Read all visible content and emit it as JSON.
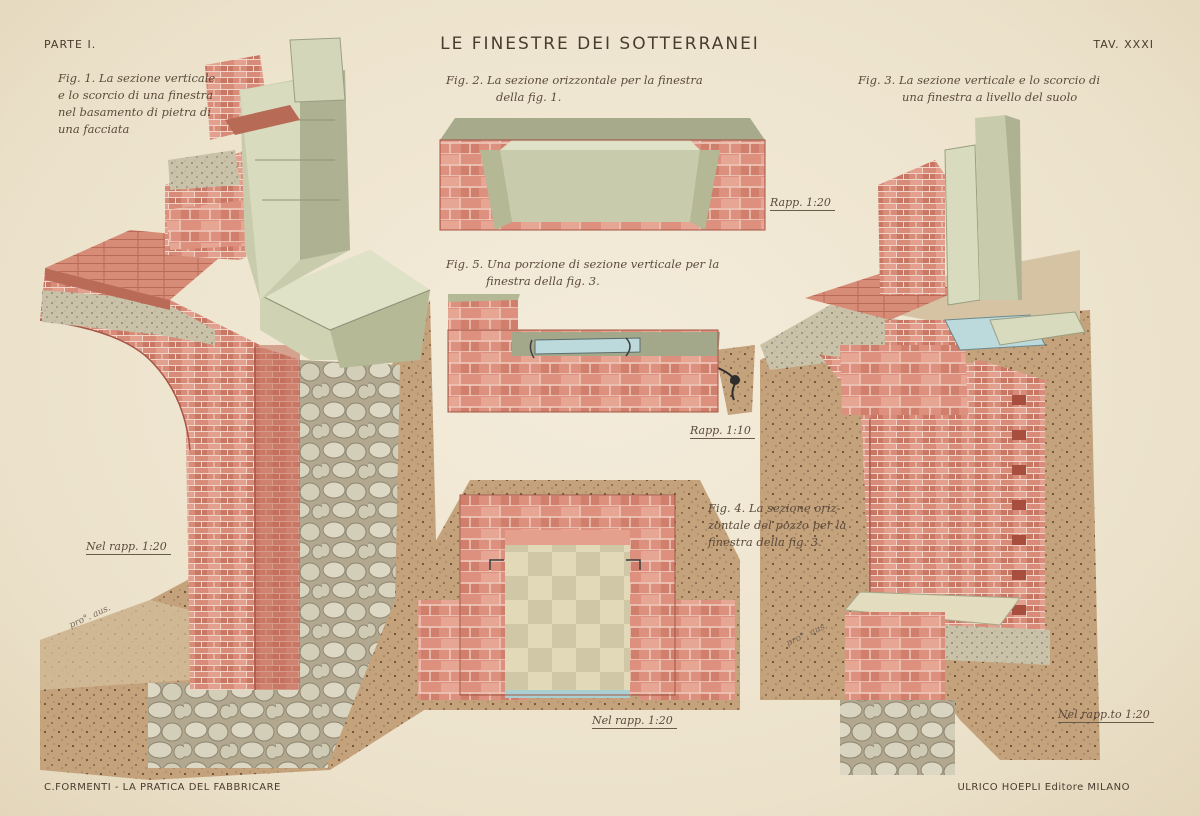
{
  "header": {
    "left": "PARTE I.",
    "title": "LE FINESTRE DEI SOTTERRANEI",
    "right": "TAV. XXXI"
  },
  "footer": {
    "left": "C.FORMENTI - LA PRATICA DEL FABBRICARE",
    "right": "ULRICO HOEPLI Editore MILANO"
  },
  "figures": {
    "fig1": {
      "caption": [
        "Fig. 1. La sezione verticale",
        "e lo scorcio di una finestra",
        "nel basamento di pietra di",
        "una facciata"
      ],
      "scale": "Nel rapp. 1:20",
      "signature": "pro°. aus."
    },
    "fig2": {
      "caption": [
        "Fig. 2. La sezione orizzontale per la finestra",
        "della fig. 1."
      ],
      "scale": "Rapp. 1:20"
    },
    "fig3": {
      "caption": [
        "Fig. 3. La sezione verticale e lo scorcio di",
        "una finestra a livello del suolo"
      ],
      "scale": "Nel rapp.to 1:20",
      "signature": "pro°. aus."
    },
    "fig5": {
      "caption": [
        "Fig. 5. Una porzione di sezione verticale per la",
        "finestra della fig. 3."
      ],
      "scale": "Rapp. 1:10"
    },
    "fig4": {
      "caption": [
        "Fig. 4. La sezione oriz-",
        "zontale del pozzo per la",
        "finestra della fig. 3."
      ],
      "scale": "Nel rapp. 1:20"
    }
  },
  "palette": {
    "brick": "#d88b78",
    "brick_light": "#e8a796",
    "brick_dark": "#b4604f",
    "stone": "#c9ccac",
    "stone_dark": "#a3a88a",
    "rubble": "#d8d4bf",
    "earth": "#b9966f",
    "concrete": "#c8c1a6",
    "glass": "#bcd9dc",
    "ink": "#4a3b2e"
  }
}
